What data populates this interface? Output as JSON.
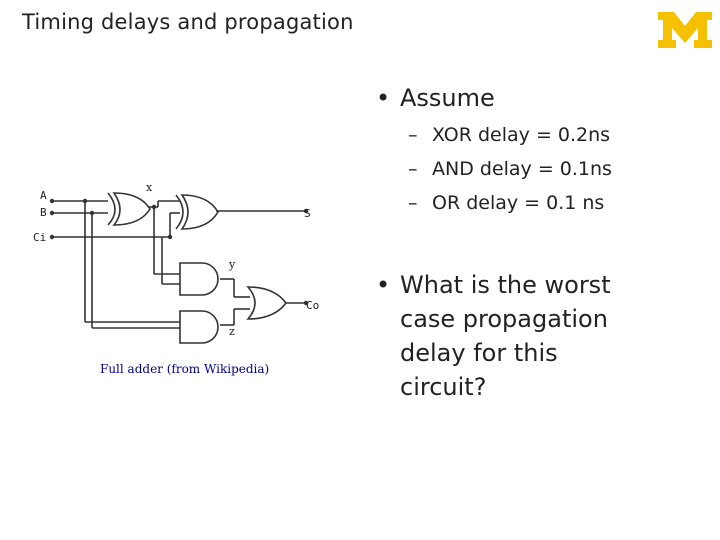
{
  "slide": {
    "title": "Timing delays and propagation",
    "brand_color": "#f5c000"
  },
  "bullets": {
    "assume": "Assume",
    "sub": [
      "XOR delay = 0.2ns",
      "AND delay = 0.1ns",
      "OR delay = 0.1 ns"
    ],
    "question": "What is the worst case propagation delay for this circuit?"
  },
  "circuit": {
    "inputs": [
      "A",
      "B",
      "Ci"
    ],
    "outputs": [
      "S",
      "Co"
    ],
    "nodes": [
      "x",
      "y",
      "z"
    ],
    "caption": "Full adder (from Wikipedia)"
  }
}
